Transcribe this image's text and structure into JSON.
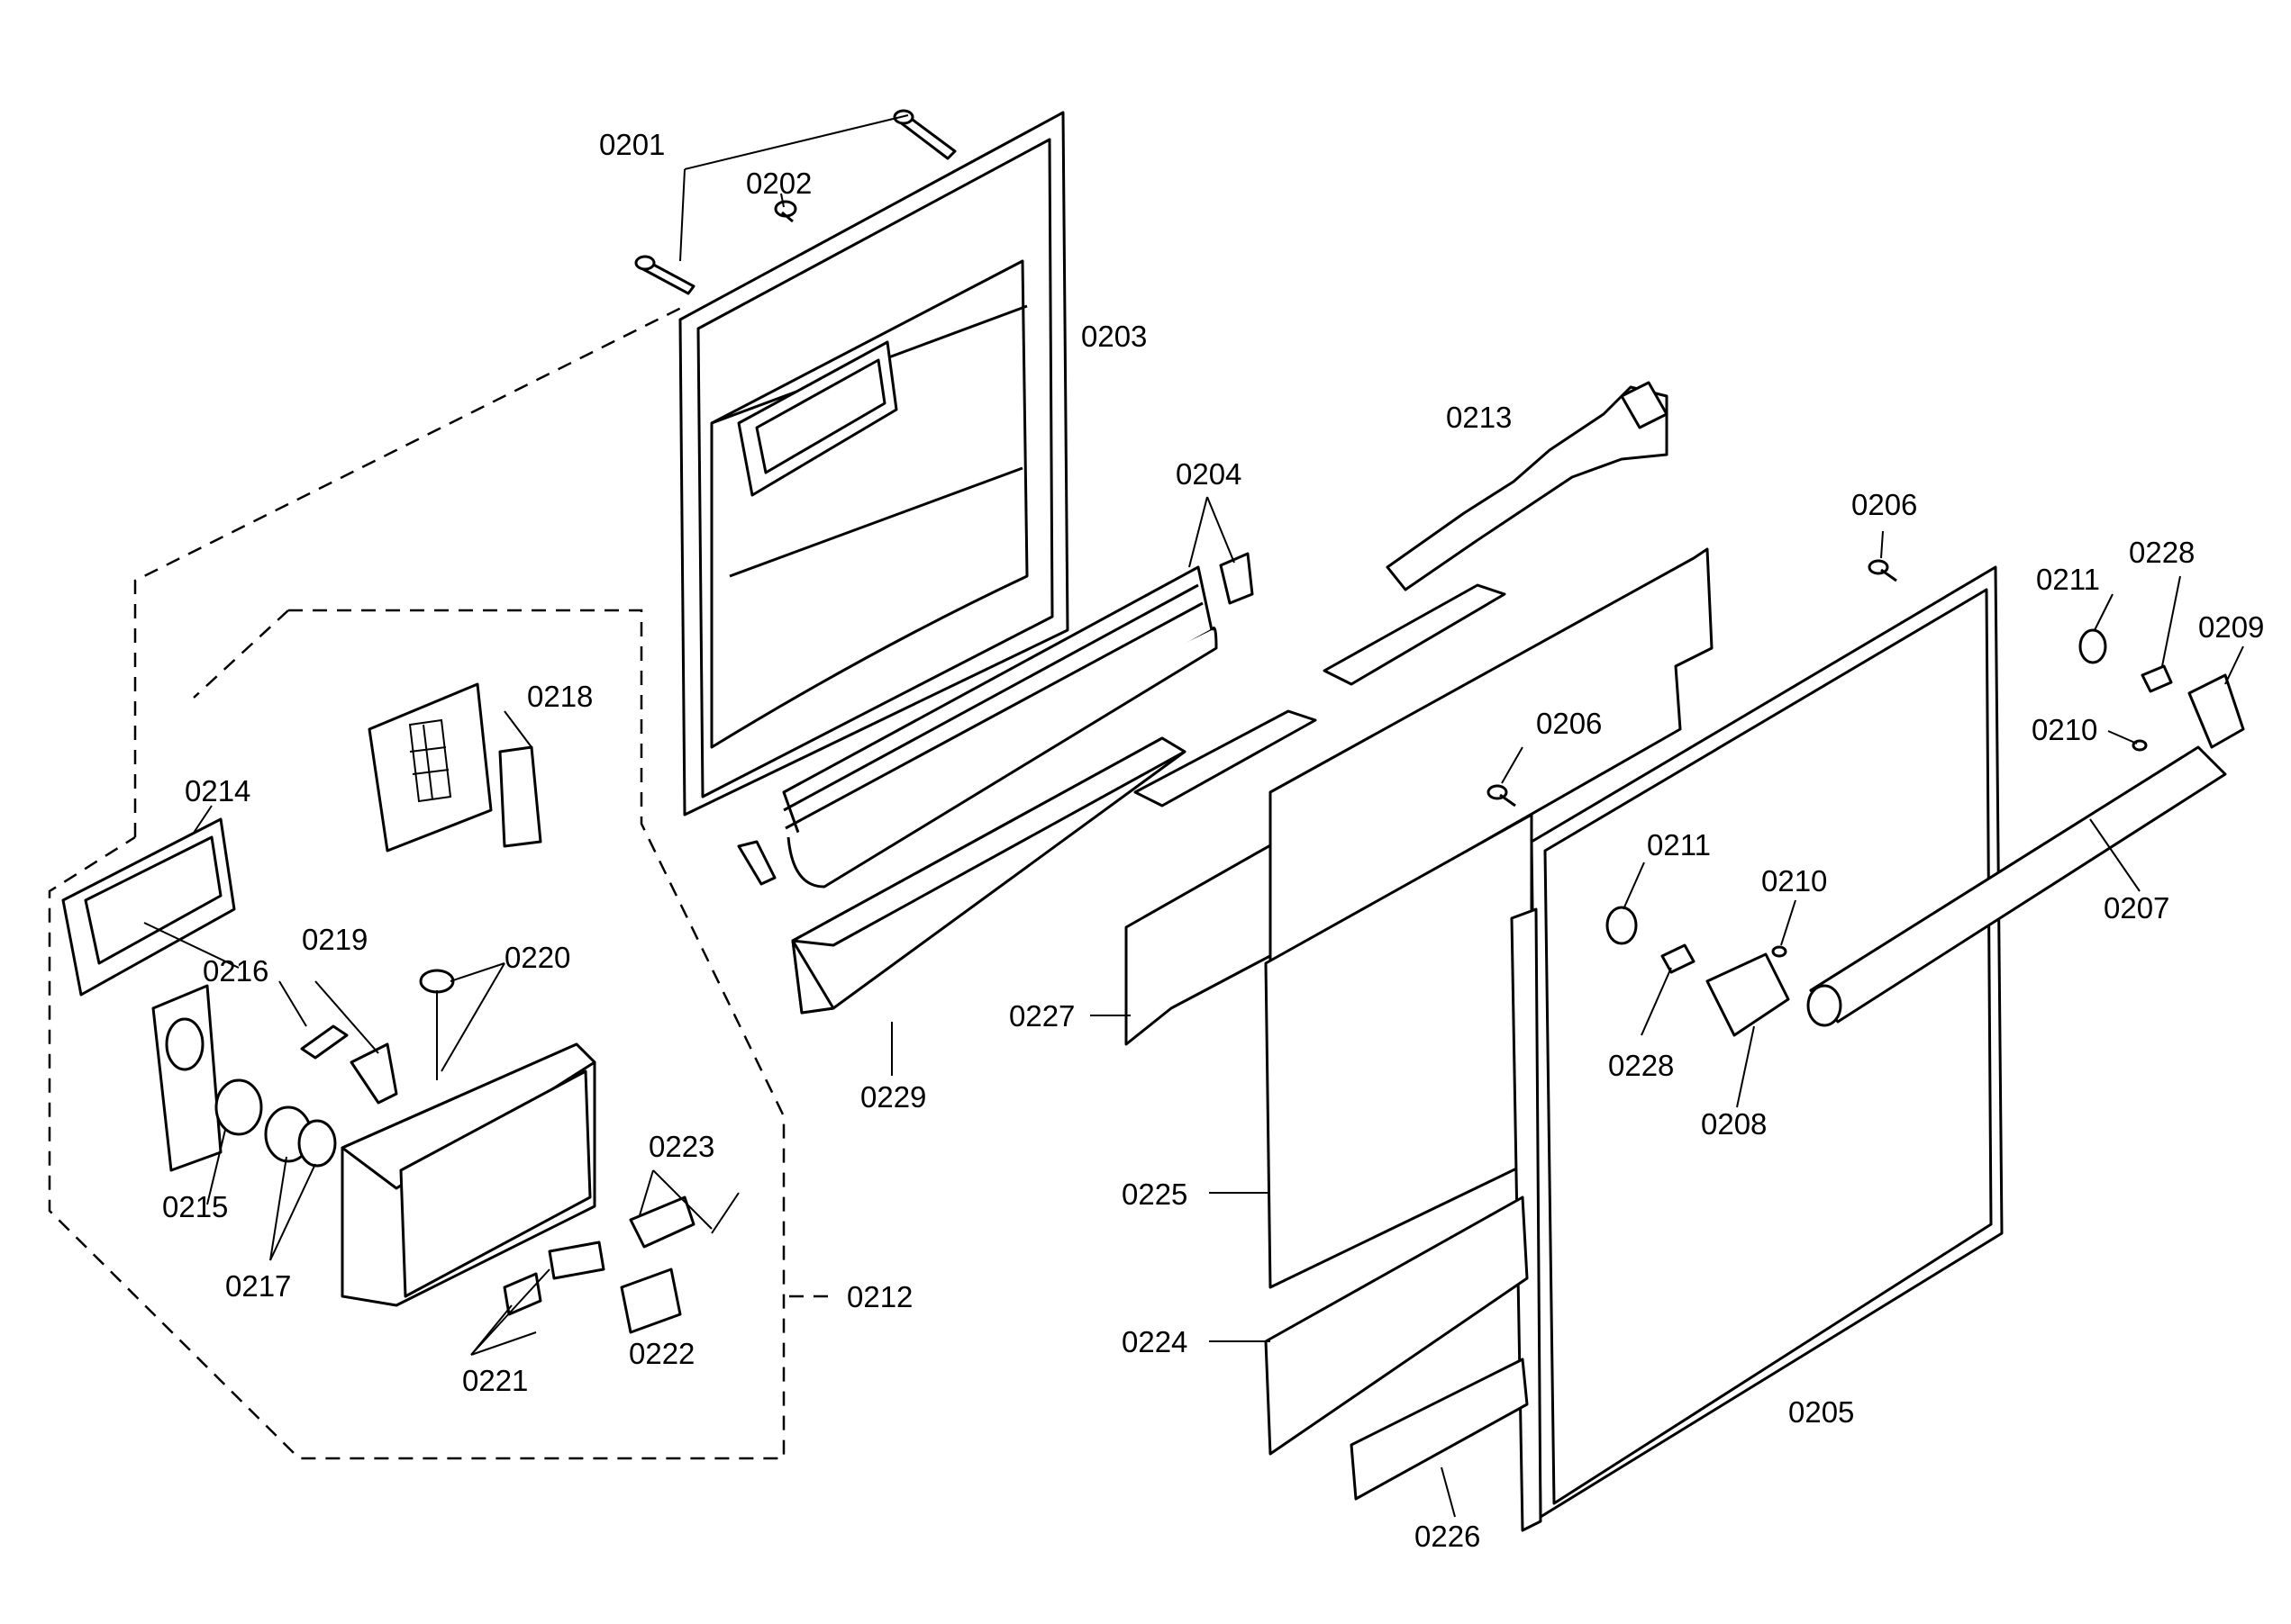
{
  "callouts": [
    {
      "id": "0201",
      "text": "0201"
    },
    {
      "id": "0202",
      "text": "0202"
    },
    {
      "id": "0203",
      "text": "0203"
    },
    {
      "id": "0204",
      "text": "0204"
    },
    {
      "id": "0205",
      "text": "0205"
    },
    {
      "id": "0206a",
      "text": "0206"
    },
    {
      "id": "0206b",
      "text": "0206"
    },
    {
      "id": "0207",
      "text": "0207"
    },
    {
      "id": "0208",
      "text": "0208"
    },
    {
      "id": "0209",
      "text": "0209"
    },
    {
      "id": "0210a",
      "text": "0210"
    },
    {
      "id": "0210b",
      "text": "0210"
    },
    {
      "id": "0211a",
      "text": "0211"
    },
    {
      "id": "0211b",
      "text": "0211"
    },
    {
      "id": "0212",
      "text": "0212"
    },
    {
      "id": "0213",
      "text": "0213"
    },
    {
      "id": "0214",
      "text": "0214"
    },
    {
      "id": "0215",
      "text": "0215"
    },
    {
      "id": "0216",
      "text": "0216"
    },
    {
      "id": "0217",
      "text": "0217"
    },
    {
      "id": "0218",
      "text": "0218"
    },
    {
      "id": "0219",
      "text": "0219"
    },
    {
      "id": "0220",
      "text": "0220"
    },
    {
      "id": "0221",
      "text": "0221"
    },
    {
      "id": "0222",
      "text": "0222"
    },
    {
      "id": "0223",
      "text": "0223"
    },
    {
      "id": "0224",
      "text": "0224"
    },
    {
      "id": "0225",
      "text": "0225"
    },
    {
      "id": "0226",
      "text": "0226"
    },
    {
      "id": "0227",
      "text": "0227"
    },
    {
      "id": "0228a",
      "text": "0228"
    },
    {
      "id": "0228b",
      "text": "0228"
    },
    {
      "id": "0229",
      "text": "0229"
    }
  ]
}
